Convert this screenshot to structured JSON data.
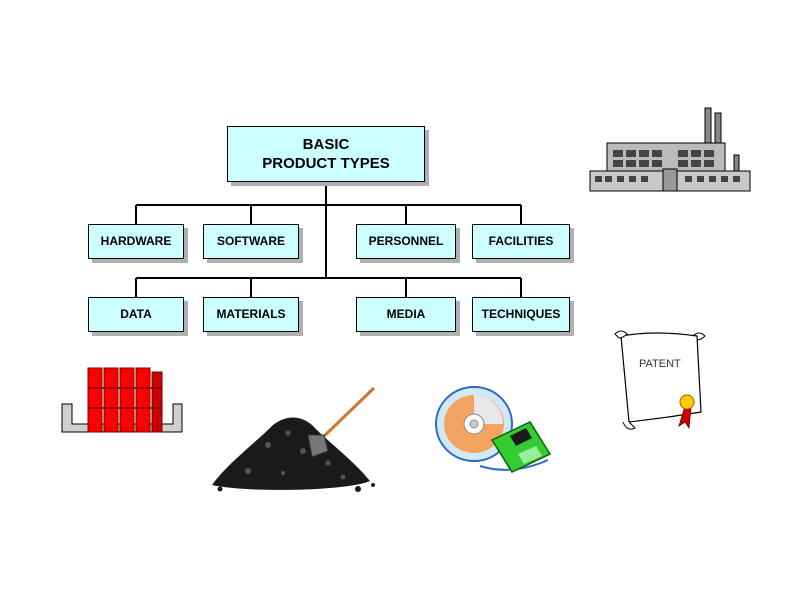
{
  "diagram": {
    "root": {
      "line1": "BASIC",
      "line2": "PRODUCT TYPES"
    },
    "row1": [
      "HARDWARE",
      "SOFTWARE",
      "PERSONNEL",
      "FACILITIES"
    ],
    "row2": [
      "DATA",
      "MATERIALS",
      "MEDIA",
      "TECHNIQUES"
    ]
  },
  "clipart": {
    "patent_label": "PATENT"
  },
  "colors": {
    "box_fill": "#ccffff",
    "hardware_red": "#ff0000",
    "media_green": "#33cc33",
    "disc_orange": "#f4a460"
  }
}
